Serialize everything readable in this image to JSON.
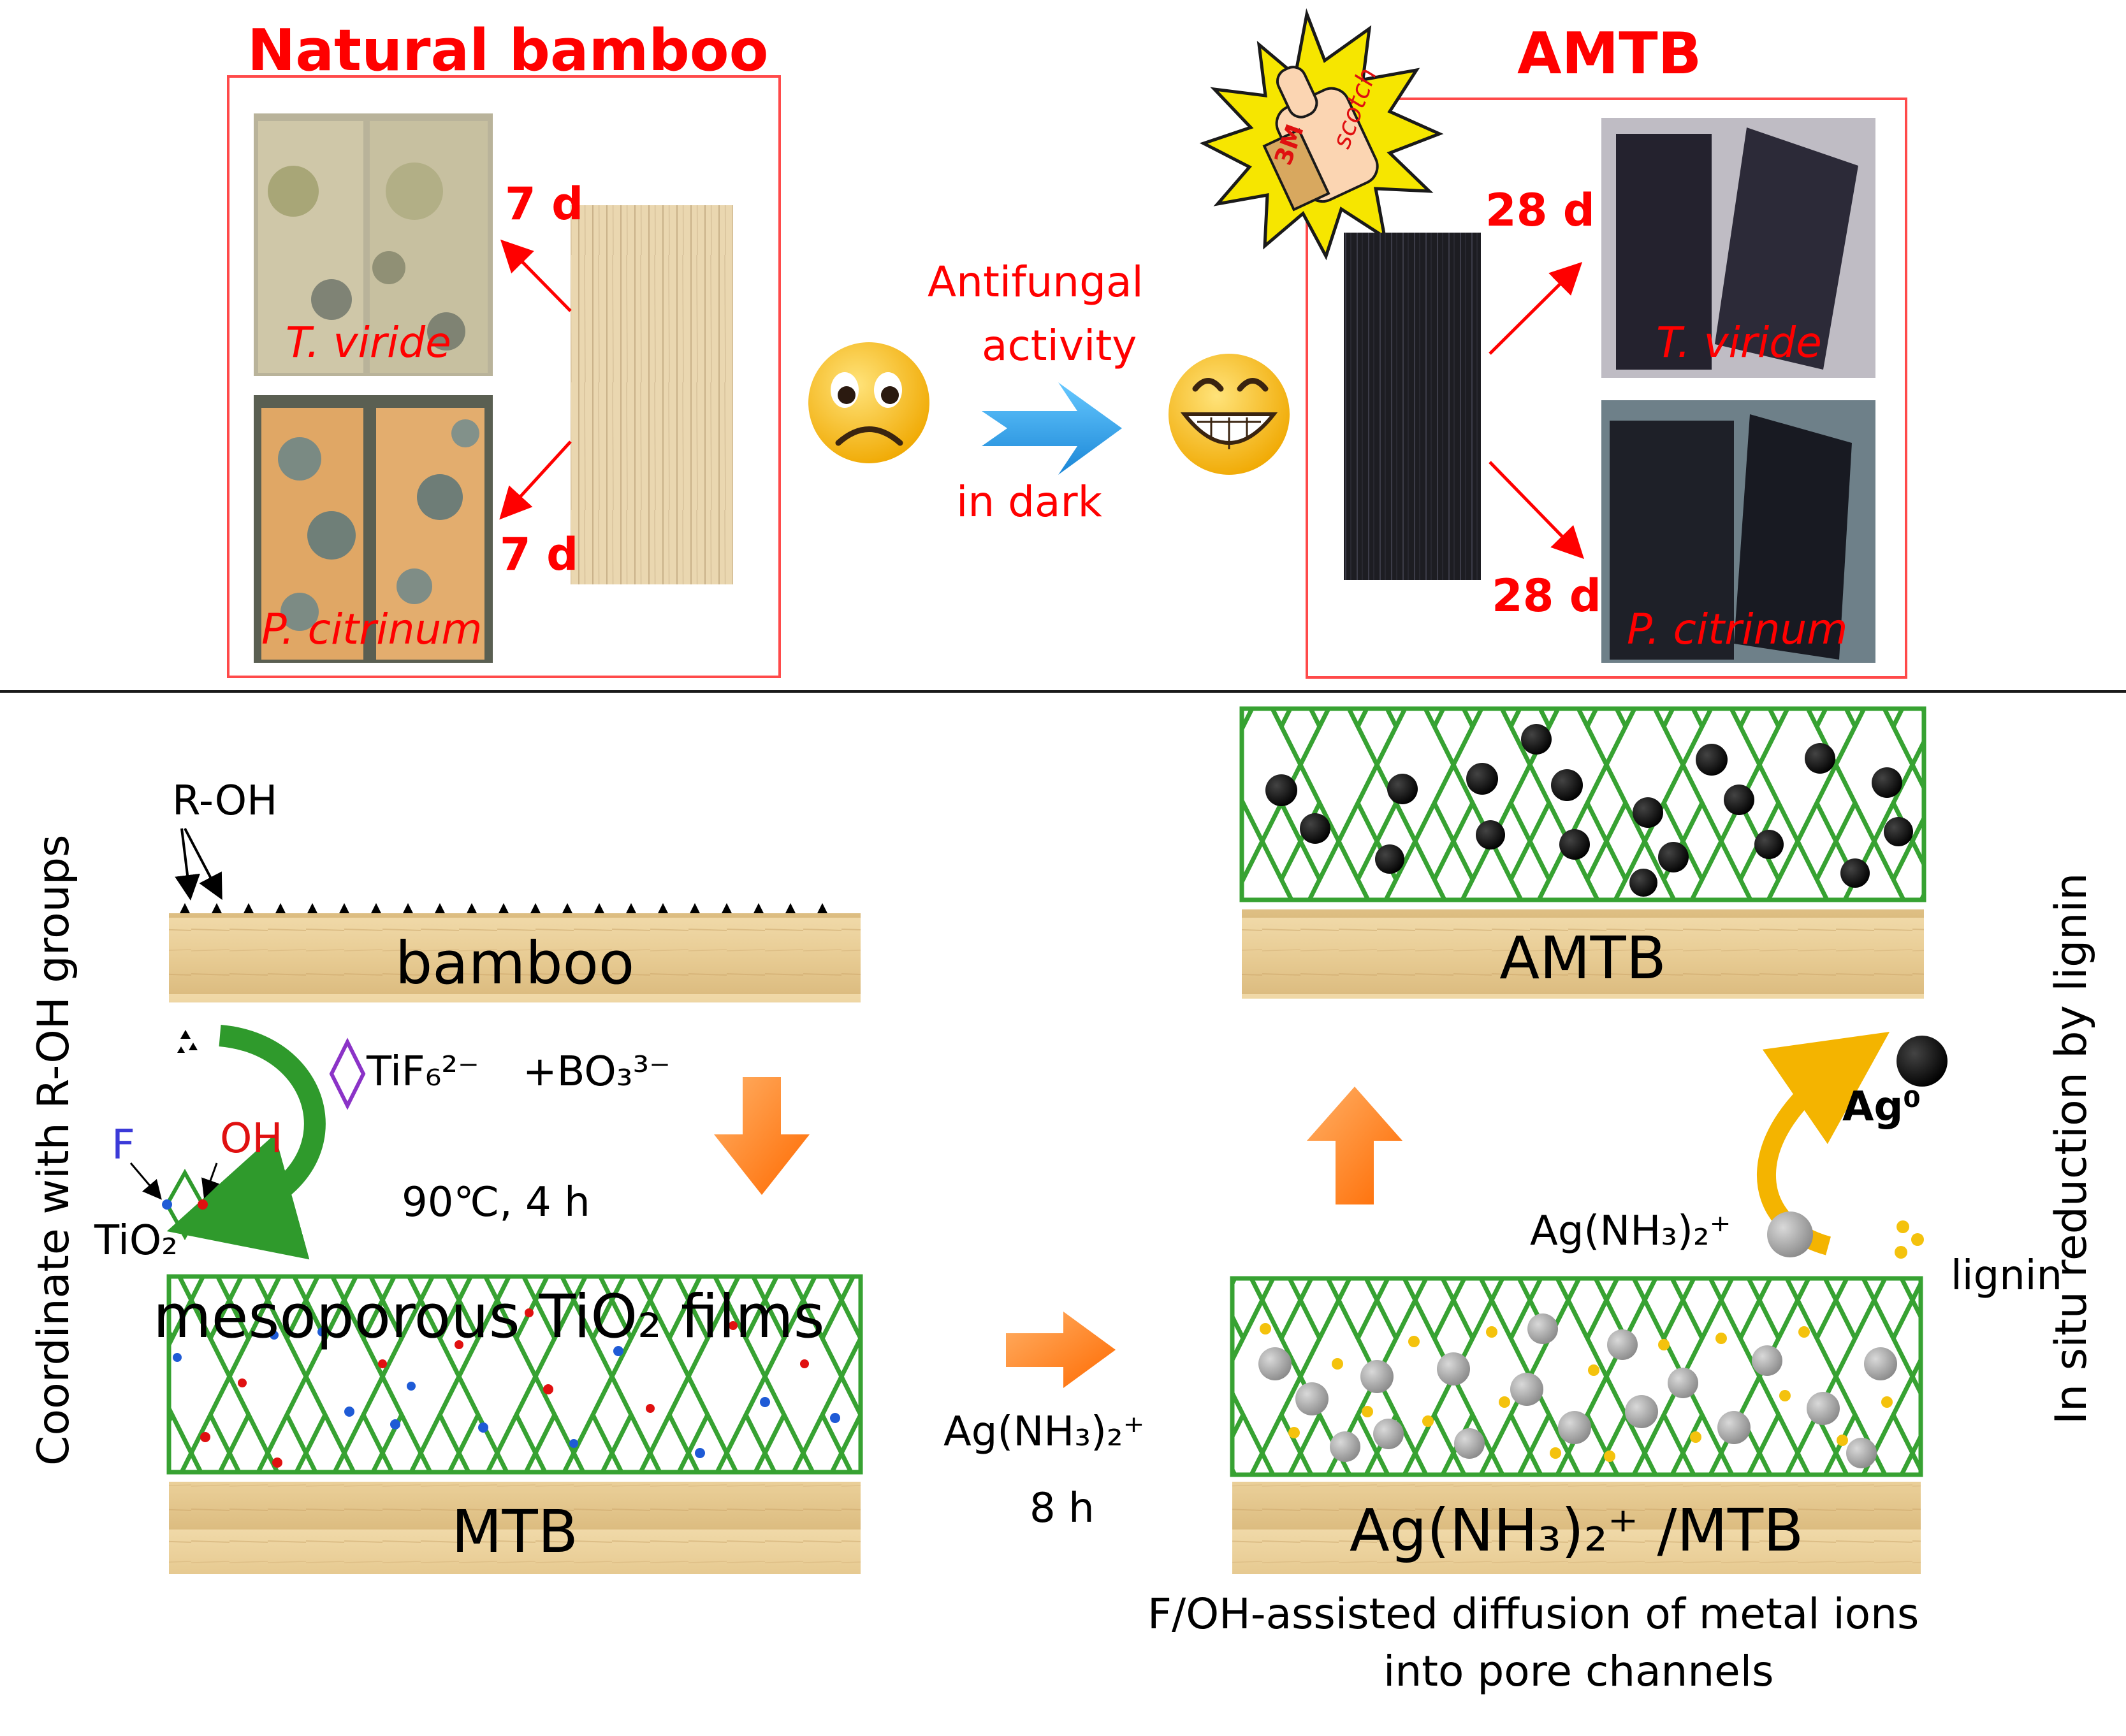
{
  "top": {
    "natural_title": "Natural bamboo",
    "amtb_title": "AMTB",
    "natural_days_top": "7 d",
    "natural_days_bottom": "7 d",
    "amtb_days_top": "28 d",
    "amtb_days_bottom": "28 d",
    "fungus_1": "T. viride",
    "fungus_2": "P. citrinum",
    "fungus_3": "T. viride",
    "fungus_4": "P. citrinum",
    "center_line1": "Antifungal",
    "center_line2": "activity",
    "center_line3": "in dark",
    "tape_brand": "3M",
    "tape_name": "scotch",
    "colors": {
      "red": "#ff0000",
      "arrow_blue": "#2aa7e8",
      "green": "#2f9a2c",
      "orange": "#ff7a1a",
      "yellow": "#f4c20d"
    }
  },
  "bottom": {
    "left_vertical": "Coordinate with R-OH groups",
    "right_vertical": "In situ reduction by lignin",
    "roh": "R-OH",
    "bamboo": "bamboo",
    "mtb": "MTB",
    "amtb": "AMTB",
    "ag_mtb": "Ag(NH₃)₂⁺ /MTB",
    "tif6": "TiF₆²⁻",
    "bo3": "+BO₃³⁻",
    "conditions": "90℃, 4 h",
    "f_label": "F",
    "oh_label": "OH",
    "tio2": "TiO₂",
    "films": "mesoporous TiO₂ films",
    "ag_nh3_arrow": "Ag(NH₃)₂⁺",
    "time_8h": "8 h",
    "ag0": "Ag⁰",
    "ag_nh3_right": "Ag(NH₃)₂⁺",
    "lignin": "lignin",
    "diffusion_line1": "F/OH-assisted diffusion of metal ions",
    "diffusion_line2": "into pore channels"
  }
}
